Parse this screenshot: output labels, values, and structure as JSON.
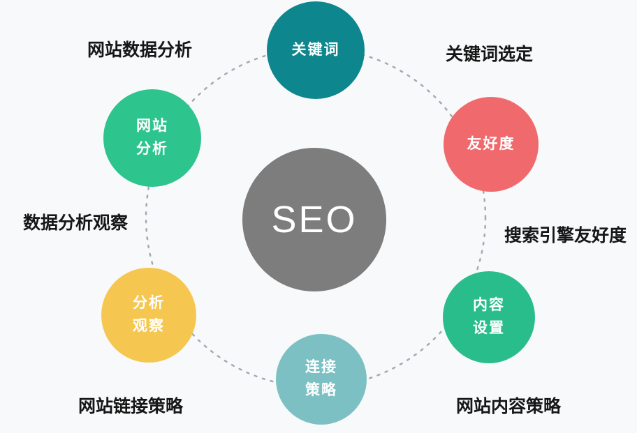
{
  "background": "#f7f9fa",
  "ring_color": "#a3abaf",
  "center": {
    "label": "SEO",
    "color": "#7d7d7d"
  },
  "nodes": [
    {
      "id": "keywords",
      "color": "#0e868e",
      "lines": [
        "关键词"
      ]
    },
    {
      "id": "site-analysis",
      "color": "#2ec48e",
      "lines": [
        "网站",
        "分析"
      ]
    },
    {
      "id": "friendliness",
      "color": "#f0696c",
      "lines": [
        "友好度"
      ]
    },
    {
      "id": "analysis-observation",
      "color": "#f6c750",
      "lines": [
        "分析",
        "观察"
      ]
    },
    {
      "id": "content-settings",
      "color": "#2abd8c",
      "lines": [
        "内容",
        "设置"
      ]
    },
    {
      "id": "link-strategy",
      "color": "#7cc0c4",
      "lines": [
        "连接",
        "策略"
      ]
    }
  ],
  "labels": [
    {
      "id": "site-data-analysis",
      "text": "网站数据分析"
    },
    {
      "id": "keyword-selection",
      "text": "关键词选定"
    },
    {
      "id": "data-analysis-observation",
      "text": "数据分析观察"
    },
    {
      "id": "search-engine-friendliness",
      "text": "搜索引擎友好度"
    },
    {
      "id": "site-link-strategy",
      "text": "网站链接策略"
    },
    {
      "id": "site-content-strategy",
      "text": "网站内容策略"
    }
  ]
}
